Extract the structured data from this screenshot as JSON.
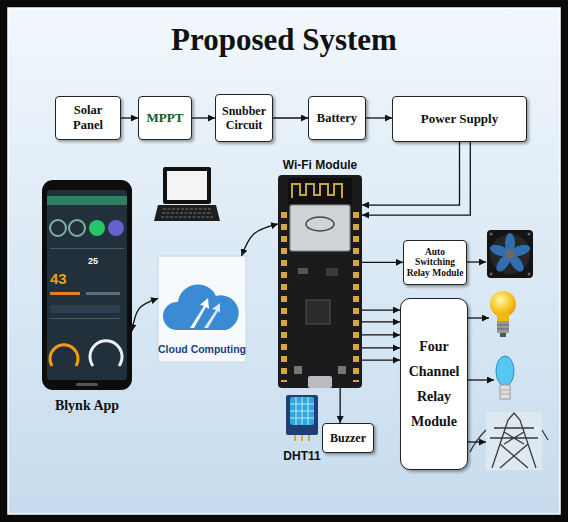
{
  "diagram": {
    "title": "Proposed System",
    "nodes": [
      {
        "text": [
          "Solar Panel"
        ]
      },
      {
        "text": [
          "MPPT"
        ]
      },
      {
        "text": [
          "Snubber Circuit"
        ]
      },
      {
        "text": [
          "Battery"
        ]
      },
      {
        "text": [
          "Power Supply"
        ]
      },
      {
        "text": [
          "Wi-Fi Module"
        ]
      },
      {
        "text": [
          "Auto Switching Relay Module"
        ]
      },
      {
        "text": [
          "Cloud Computing"
        ]
      },
      {
        "text": [
          "Blynk App"
        ]
      },
      {
        "text": [
          "Four Channel Relay Module"
        ]
      },
      {
        "text": [
          "Buzzer"
        ]
      },
      {
        "text": [
          "DHT11"
        ]
      }
    ],
    "edges": [
      {
        "from": 0,
        "to": 1,
        "arrow": "to"
      },
      {
        "from": 1,
        "to": 2,
        "arrow": "to"
      },
      {
        "from": 2,
        "to": 3,
        "arrow": "to"
      },
      {
        "from": 3,
        "to": 4,
        "arrow": "to"
      },
      {
        "from": 4,
        "to": 5,
        "arrow": "to"
      },
      {
        "from": 4,
        "to": 5,
        "arrow": "to"
      },
      {
        "from": 5,
        "to": 6,
        "arrow": "to"
      },
      {
        "from": 5,
        "to": 9,
        "arrow": "to"
      },
      {
        "from": 5,
        "to": 9,
        "arrow": "to"
      },
      {
        "from": 5,
        "to": 9,
        "arrow": "to"
      },
      {
        "from": 5,
        "to": 9,
        "arrow": "to"
      },
      {
        "from": 5,
        "to": 9,
        "arrow": "to"
      },
      {
        "from": 5,
        "to": 10,
        "arrow": "to"
      },
      {
        "from": 7,
        "to": 5,
        "arrow": "both"
      },
      {
        "from": 8,
        "to": 7,
        "arrow": "both"
      }
    ],
    "labels": [
      "43",
      "25"
    ]
  }
}
